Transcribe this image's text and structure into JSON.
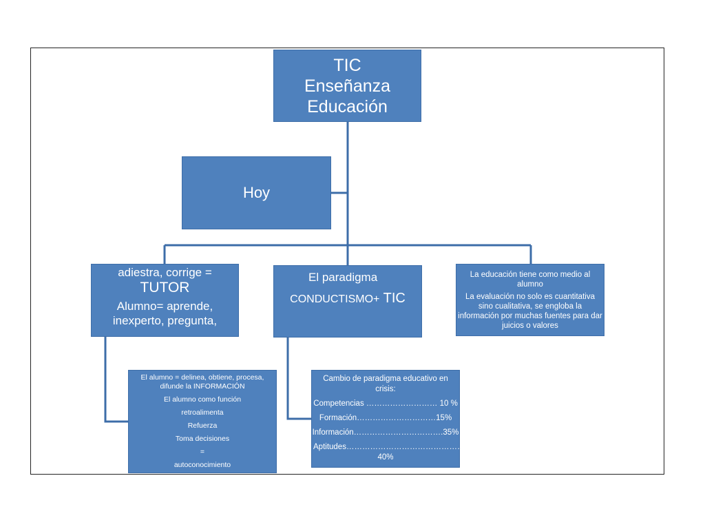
{
  "top_node": {
    "line1": "TIC",
    "line2": "Enseñanza",
    "line3": "Educación"
  },
  "hoy_node": {
    "label": "Hoy"
  },
  "tutor_node": {
    "line1": "adiestra, corrige =",
    "line2": "TUTOR",
    "line3": "Alumno= aprende,",
    "line4": "inexperto, pregunta,"
  },
  "paradigma_node": {
    "line1": "El paradigma",
    "line2_prefix": "CONDUCTISMO+",
    "line2_suffix": " TIC"
  },
  "evaluacion_node": {
    "line1": "La educación tiene como medio al alumno",
    "line2": "La evaluación  no solo es cuantitativa sino cualitativa, se engloba la información por muchas fuentes para dar juicios o valores"
  },
  "alumno_node": {
    "line1": "El  alumno  = delinea,  obtiene, procesa, difunde la INFORMACIÓN",
    "line2": "El alumno como función",
    "line3": "retroalimenta",
    "line4": "Refuerza",
    "line5": "Toma decisiones",
    "line6": "=",
    "line7": "autoconocimiento"
  },
  "cambio_node": {
    "title": "Cambio de paradigma educativo en crisis:",
    "row1": "Competencias ……………………… 10 %",
    "row2": "Formación…………………………15%",
    "row3": "Información…………………………….35%",
    "row4a": "Aptitudes………………………………………",
    "row4b": "40%"
  },
  "colors": {
    "box_fill": "#4f81bd",
    "connector": "#3d6da8",
    "text": "#ffffff"
  }
}
